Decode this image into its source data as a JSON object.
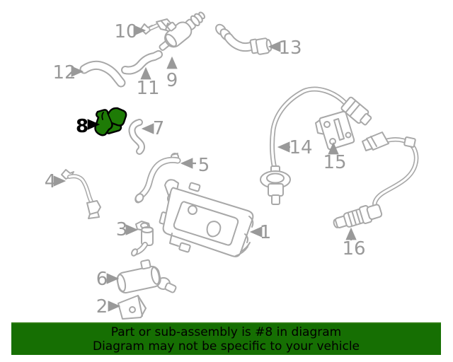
{
  "colors": {
    "line_gray": "#a8a8a8",
    "label_gray": "#999999",
    "highlight_green": "#1e7b06",
    "banner_green": "#166f03",
    "highlight_outline": "#000000",
    "banner_text": "#000000"
  },
  "diagram": {
    "highlighted_part_number": "8",
    "callouts": [
      {
        "number": "1",
        "highlighted": false
      },
      {
        "number": "2",
        "highlighted": false
      },
      {
        "number": "3",
        "highlighted": false
      },
      {
        "number": "4",
        "highlighted": false
      },
      {
        "number": "5",
        "highlighted": false
      },
      {
        "number": "6",
        "highlighted": false
      },
      {
        "number": "7",
        "highlighted": false
      },
      {
        "number": "8",
        "highlighted": true
      },
      {
        "number": "9",
        "highlighted": false
      },
      {
        "number": "10",
        "highlighted": false
      },
      {
        "number": "11",
        "highlighted": false
      },
      {
        "number": "12",
        "highlighted": false
      },
      {
        "number": "13",
        "highlighted": false
      },
      {
        "number": "14",
        "highlighted": false
      },
      {
        "number": "15",
        "highlighted": false
      },
      {
        "number": "16",
        "highlighted": false
      }
    ]
  },
  "banner": {
    "line1": "Part or sub-assembly is #8 in diagram",
    "line2": "Diagram may not be specific to your vehicle"
  }
}
